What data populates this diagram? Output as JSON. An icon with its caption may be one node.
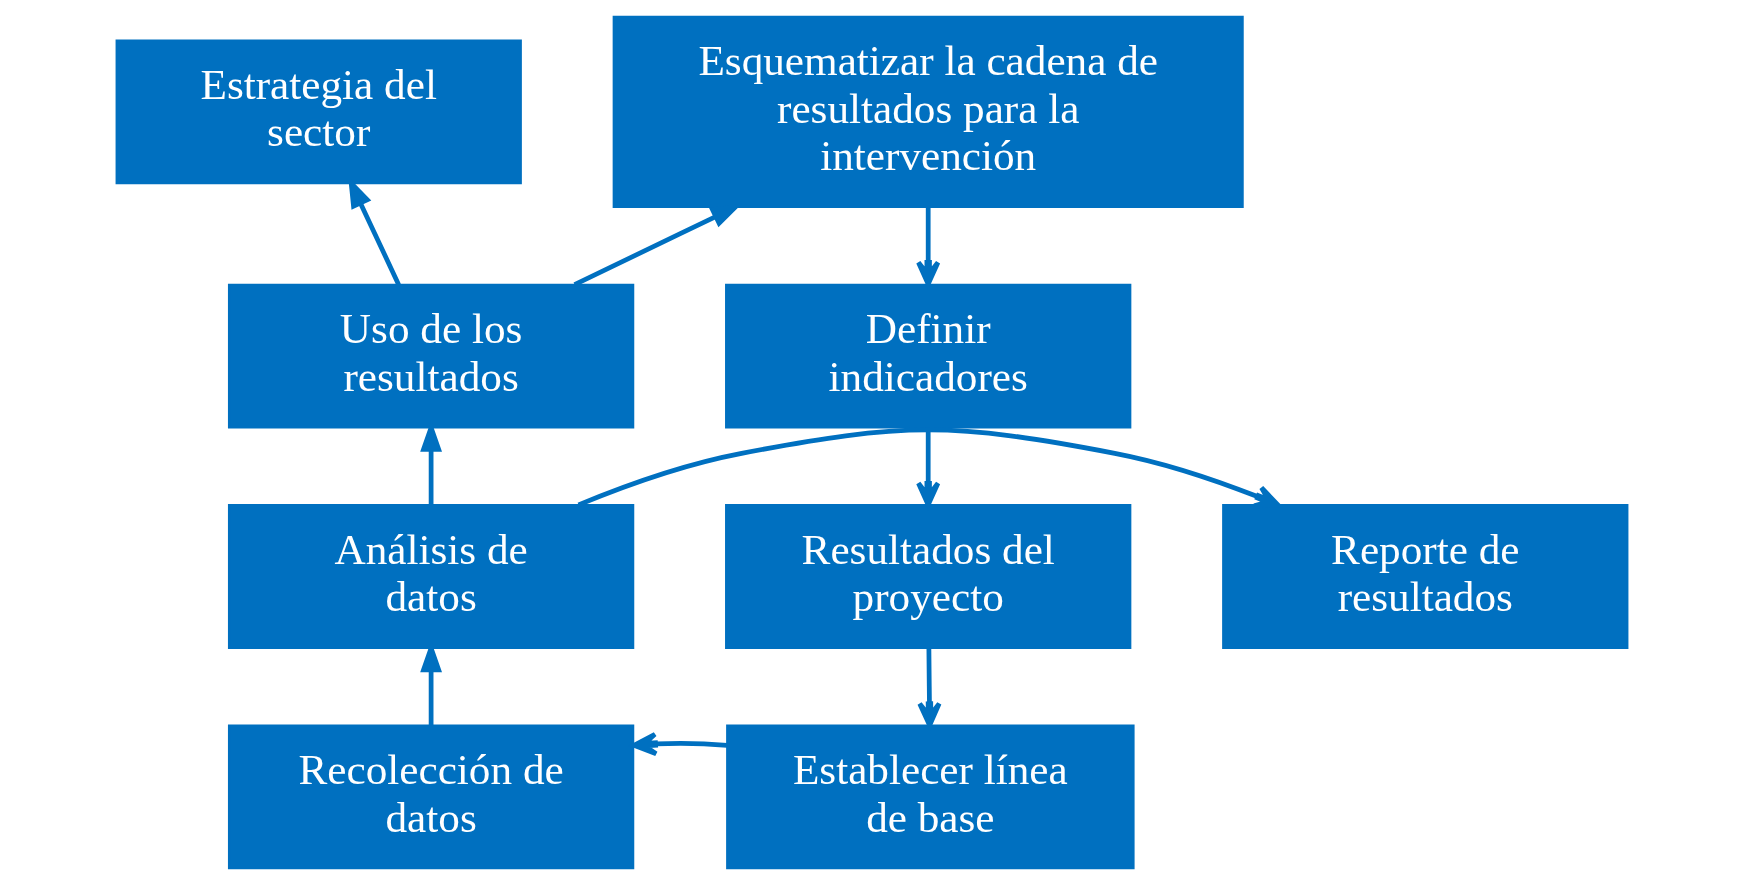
{
  "diagram": {
    "nodes": [
      {
        "text": [
          "Estrategia del sector"
        ]
      },
      {
        "text": [
          "Esquematizar la cadena de resultados para la intervención"
        ]
      },
      {
        "text": [
          "Uso de los resultados"
        ]
      },
      {
        "text": [
          "Definir indicadores"
        ]
      },
      {
        "text": [
          "Reporte de resultados"
        ]
      },
      {
        "text": [
          "Análisis de datos"
        ]
      },
      {
        "text": [
          "Resultados del proyecto"
        ]
      },
      {
        "text": [
          "Recolección de datos"
        ]
      },
      {
        "text": [
          "Establecer línea de base"
        ]
      }
    ],
    "edges": [
      {
        "from": 1,
        "to": 3,
        "arrow": "to"
      },
      {
        "from": 3,
        "to": 6,
        "arrow": "to"
      },
      {
        "from": 6,
        "to": 8,
        "arrow": "to"
      },
      {
        "from": 8,
        "to": 7,
        "arrow": "to"
      },
      {
        "from": 7,
        "to": 5,
        "arrow": "to"
      },
      {
        "from": 5,
        "to": 2,
        "arrow": "to"
      },
      {
        "from": 5,
        "to": 4,
        "arrow": "to"
      },
      {
        "from": 2,
        "to": 0,
        "arrow": "to"
      },
      {
        "from": 2,
        "to": 1,
        "arrow": "to"
      }
    ]
  }
}
